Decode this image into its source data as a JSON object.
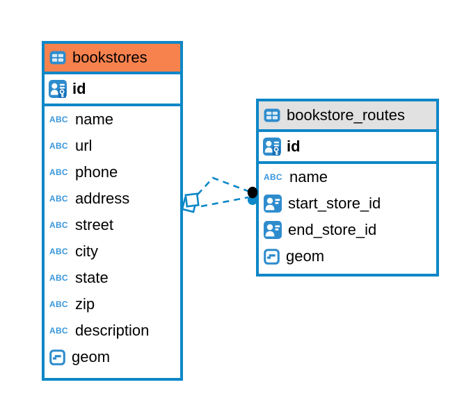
{
  "diagram": {
    "colors": {
      "accent_blue": "#0d87c7",
      "icon_blue": "#2e8ccd",
      "abc_blue": "#3796db",
      "orange_header": "#f8824e",
      "gray_header": "#e1e1e1",
      "dot_black": "#000000"
    },
    "icons": {
      "abc_glyph": "ABC"
    },
    "tables": [
      {
        "title": "bookstores",
        "header_color": "#f8824e",
        "primary_key": {
          "label": "id",
          "icon": "primary-key-icon"
        },
        "fields": [
          {
            "label": "name",
            "icon": "text-abc-icon"
          },
          {
            "label": "url",
            "icon": "text-abc-icon"
          },
          {
            "label": "phone",
            "icon": "text-abc-icon"
          },
          {
            "label": "address",
            "icon": "text-abc-icon"
          },
          {
            "label": "street",
            "icon": "text-abc-icon"
          },
          {
            "label": "city",
            "icon": "text-abc-icon"
          },
          {
            "label": "state",
            "icon": "text-abc-icon"
          },
          {
            "label": "zip",
            "icon": "text-abc-icon"
          },
          {
            "label": "description",
            "icon": "text-abc-icon"
          },
          {
            "label": "geom",
            "icon": "geometry-type-icon"
          }
        ]
      },
      {
        "title": "bookstore_routes",
        "header_color": "#e1e1e1",
        "primary_key": {
          "label": "id",
          "icon": "primary-key-icon"
        },
        "fields": [
          {
            "label": "name",
            "icon": "text-abc-icon"
          },
          {
            "label": "start_store_id",
            "icon": "reference-type-icon"
          },
          {
            "label": "end_store_id",
            "icon": "reference-type-icon"
          },
          {
            "label": "geom",
            "icon": "geometry-type-icon"
          }
        ]
      }
    ],
    "connector": {
      "line_style": "dashed",
      "color": "#0d87c7",
      "left_marker": "overlapping-squares-diamond",
      "right_marker": "stacked-dots"
    }
  }
}
